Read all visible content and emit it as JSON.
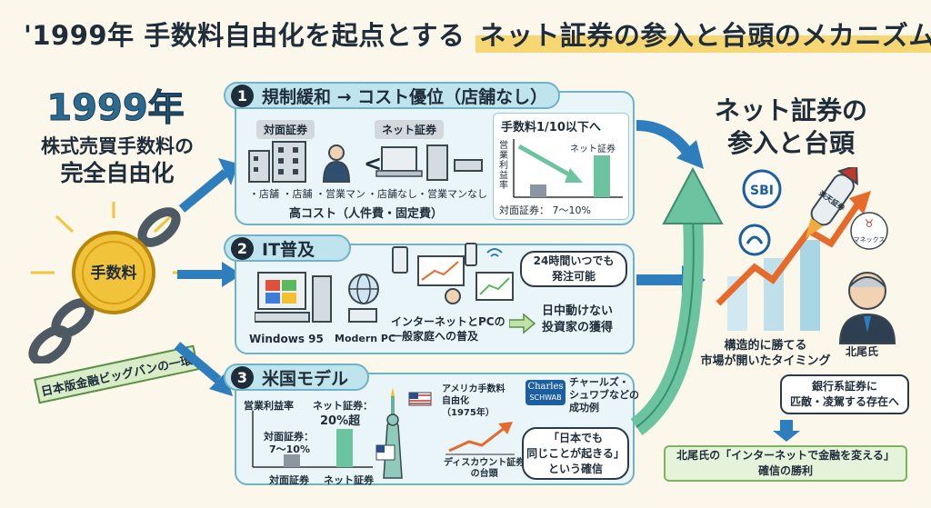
{
  "title": {
    "part1": "'1999年 手数料自由化を起点とする",
    "part2": "ネット証券の参入と台頭のメカニズム"
  },
  "left": {
    "year": "1999年",
    "line1": "株式売買手数料の",
    "line2": "完全自由化",
    "coin": "手数料",
    "ribbon": "日本版金融ビッグバンの一環"
  },
  "panel1": {
    "num": "1",
    "title": "規制緩和 → コスト優位（店舗なし）",
    "tag_taimen": "対面証券",
    "tag_net": "ネット証券",
    "lt": "<",
    "note_taimen": "・店舗 ・店舗 ・営業マン",
    "note_net": "・店舗なし・営業マンなし",
    "cost": "高コスト（人件費・固定費）",
    "fee_title": "手数料1/10以下へ",
    "ylabel": "営業利益率",
    "bar_label": "ネット証券",
    "footer": "対面証券： 7〜10%"
  },
  "panel2": {
    "num": "2",
    "title": "IT普及",
    "win": "Windows 95",
    "modern": "Modern PC",
    "spread1": "インターネットとPCの",
    "spread2": "一般家庭への普及",
    "bubble1": "24時間いつでも",
    "bubble2": "発注可能",
    "result1": "日中動けない",
    "result2": "投資家の獲得"
  },
  "panel3": {
    "num": "3",
    "title": "米国モデル",
    "ylabel": "営業利益率",
    "net_label": "ネット証券：",
    "net_value": "20%超",
    "taimen_label": "対面証券：",
    "taimen_value": "7〜10%",
    "x_taimen": "対面証券",
    "x_net": "ネット証券",
    "us1": "アメリカ手数料",
    "us2": "自由化",
    "us3": "（1975年）",
    "discount1": "ディスカウント証券",
    "discount2": "の台頭",
    "schwab_logo1": "Charles",
    "schwab_logo2": "SCHWAB",
    "schwab1": "チャールズ・",
    "schwab2": "シュワブなどの",
    "schwab3": "成功例",
    "quote1": "「日本でも",
    "quote2": "同じことが起きる」",
    "quote3": "という確信"
  },
  "right": {
    "heading1": "ネット証券の",
    "heading2": "参入と台頭",
    "sbi": "SBI",
    "rocket": "楽天証券",
    "monex": "マネックス",
    "timing1": "構造的に勝てる",
    "timing2": "市場が開いたタイミング",
    "kitao": "北尾氏",
    "rival1": "銀行系証券に",
    "rival2": "匹敵・凌駕する存在へ",
    "final1": "北尾氏の「インターネットで金融を変える」",
    "final2": "確信の勝利"
  },
  "colors": {
    "accent": "#2e7dbd",
    "panel": "#e9f5f8",
    "highlight": "#f7d774",
    "green": "#6cc3a0",
    "orange": "#e86a2a"
  }
}
